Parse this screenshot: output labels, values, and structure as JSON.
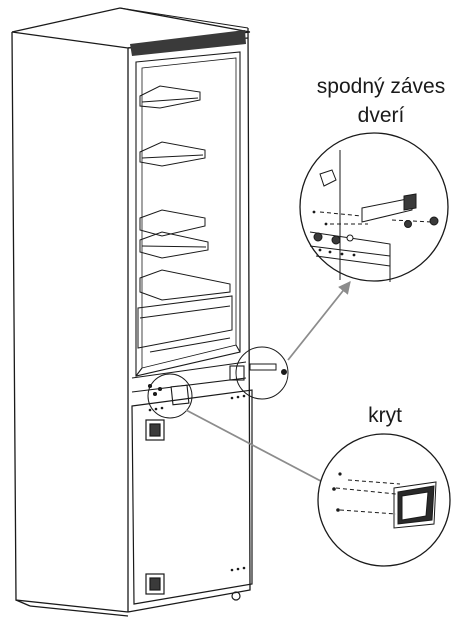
{
  "callouts": {
    "hinge": {
      "line1": "spodný záves",
      "line2": "dverí"
    },
    "cover": {
      "label": "kryt"
    }
  },
  "colors": {
    "outline": "#1a1a1a",
    "leader": "#8c8c8c",
    "background": "#ffffff"
  }
}
